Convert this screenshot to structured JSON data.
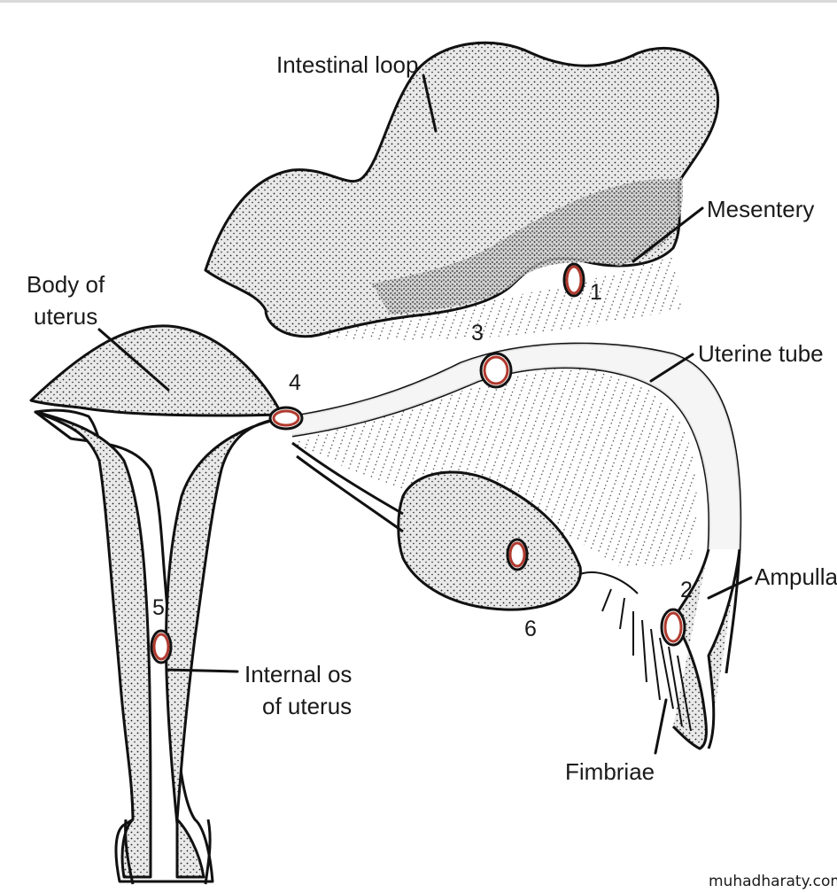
{
  "labels": {
    "intestinal_loop": "Intestinal loop",
    "mesentery": "Mesentery",
    "body_of_uterus_1": "Body of",
    "body_of_uterus_2": "uterus",
    "uterine_tube": "Uterine tube",
    "ampulla": "Ampulla",
    "internal_os_1": "Internal os",
    "internal_os_2": "of uterus",
    "fimbriae": "Fimbriae"
  },
  "site_numbers": {
    "n1": "1",
    "n2": "2",
    "n3": "3",
    "n4": "4",
    "n5": "5",
    "n6": "6"
  },
  "watermark": "muhadharaty.com",
  "colors": {
    "ectopic_site": "#b03a2e",
    "stipple": "#222222",
    "tissue_fill": "#e6e6e6"
  }
}
